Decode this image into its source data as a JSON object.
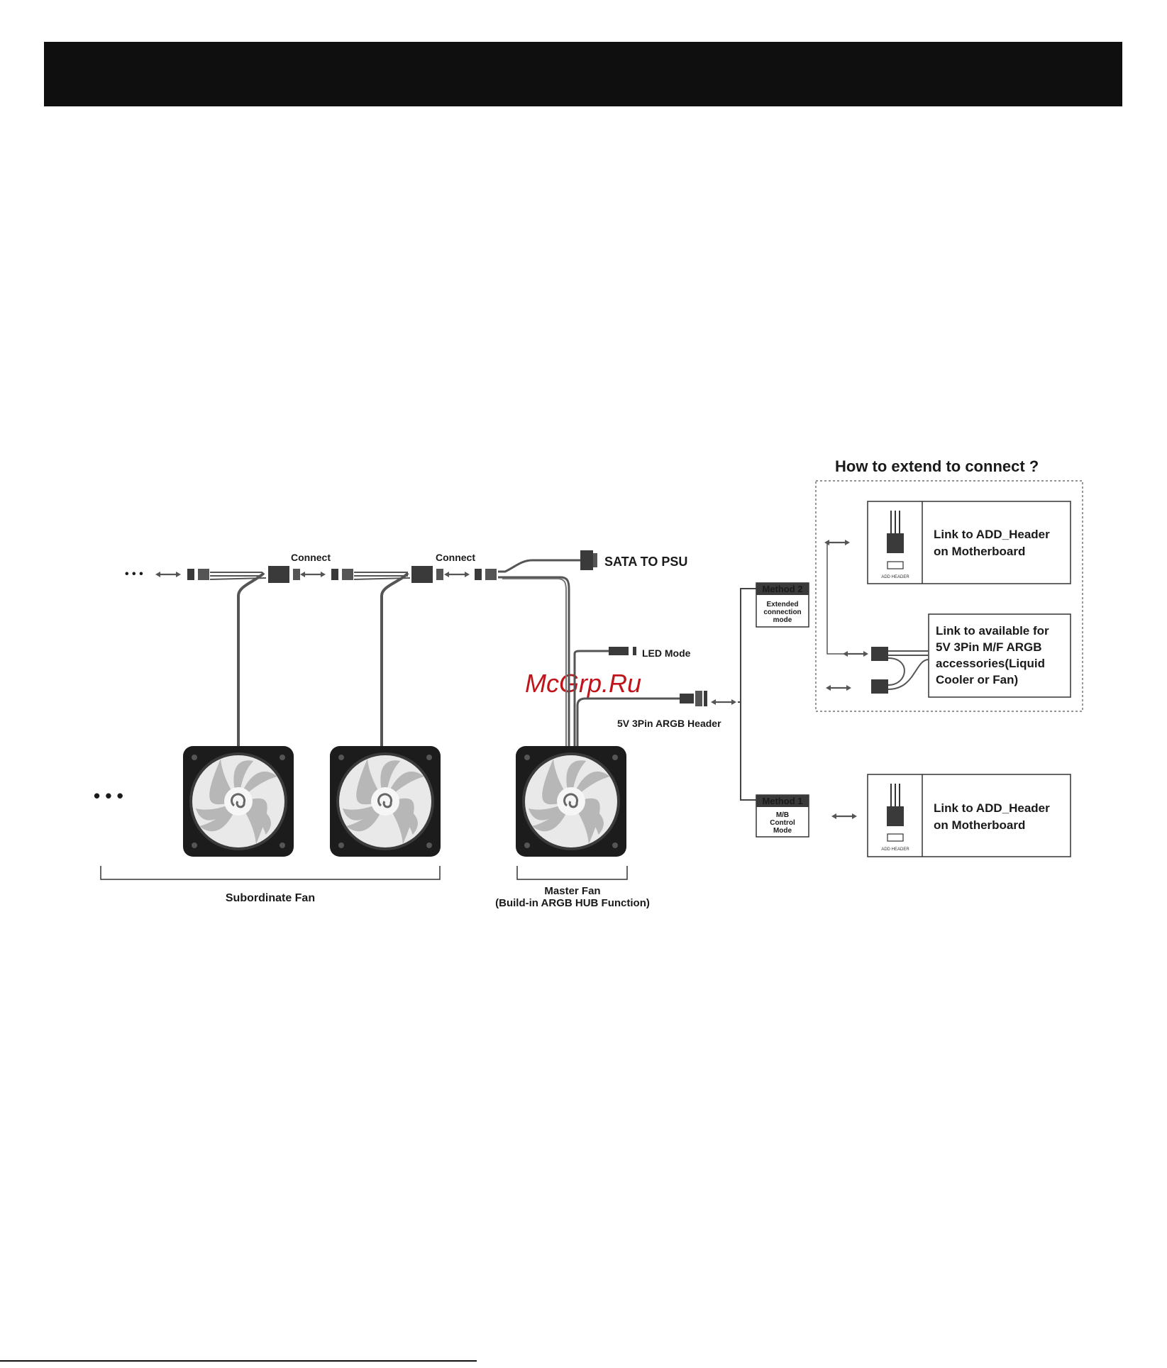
{
  "header": {
    "bar_color": "#0f0f0f"
  },
  "diagram": {
    "extend_title": "How to extend to connect ?",
    "connect_label_1": "Connect",
    "connect_label_2": "Connect",
    "ellipsis_small": "• • •",
    "ellipsis_large": "• • •",
    "sata_label": "SATA TO PSU",
    "led_mode_label": "LED Mode",
    "argb_header_label": "5V 3Pin ARGB Header",
    "watermark": "McGrp.Ru",
    "method2": {
      "badge": "Method 2",
      "line1": "Extended",
      "line2": "connection",
      "line3": "mode"
    },
    "method1": {
      "badge": "Method 1",
      "line1": "M/B",
      "line2": "Control",
      "line3": "Mode"
    },
    "box_top": {
      "line1": "Link to ADD_Header",
      "line2": "on Motherboard",
      "icon_caption": "ADD HEADER"
    },
    "box_mid": {
      "line1": "Link to available for",
      "line2": "5V 3Pin M/F ARGB",
      "line3": "accessories(Liquid",
      "line4": "Cooler or Fan)"
    },
    "box_bottom": {
      "line1": "Link to ADD_Header",
      "line2": "on Motherboard",
      "icon_caption": "ADD HEADER"
    },
    "subordinate_label": "Subordinate Fan",
    "master_label_1": "Master Fan",
    "master_label_2": "(Build-in ARGB HUB Function)"
  },
  "colors": {
    "watermark": "#c0141b",
    "fan_frame": "#1c1c1c",
    "cable": "#555555",
    "badge_bg": "#3a3a3a"
  }
}
